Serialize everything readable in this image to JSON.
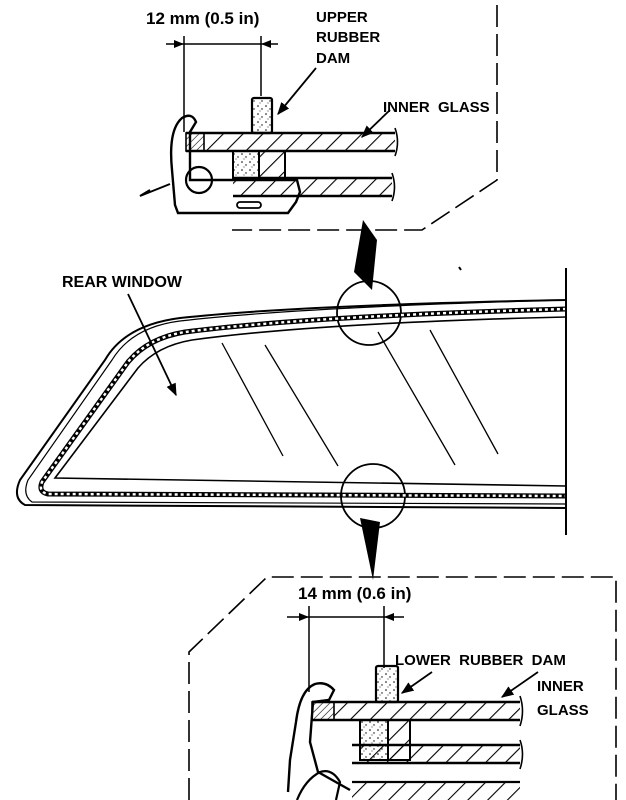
{
  "labels": {
    "top_dimension": "12 mm (0.5 in)",
    "upper_dam_line1": "UPPER",
    "upper_dam_line2": "RUBBER",
    "upper_dam_line3": "DAM",
    "inner_glass_top": "INNER  GLASS",
    "rear_window": "REAR WINDOW",
    "bottom_dimension": "14 mm (0.6 in)",
    "lower_dam": "LOWER  RUBBER  DAM",
    "inner_glass_bottom_line1": "INNER",
    "inner_glass_bottom_line2": "GLASS"
  },
  "colors": {
    "ink": "#000000",
    "paper": "#ffffff"
  }
}
